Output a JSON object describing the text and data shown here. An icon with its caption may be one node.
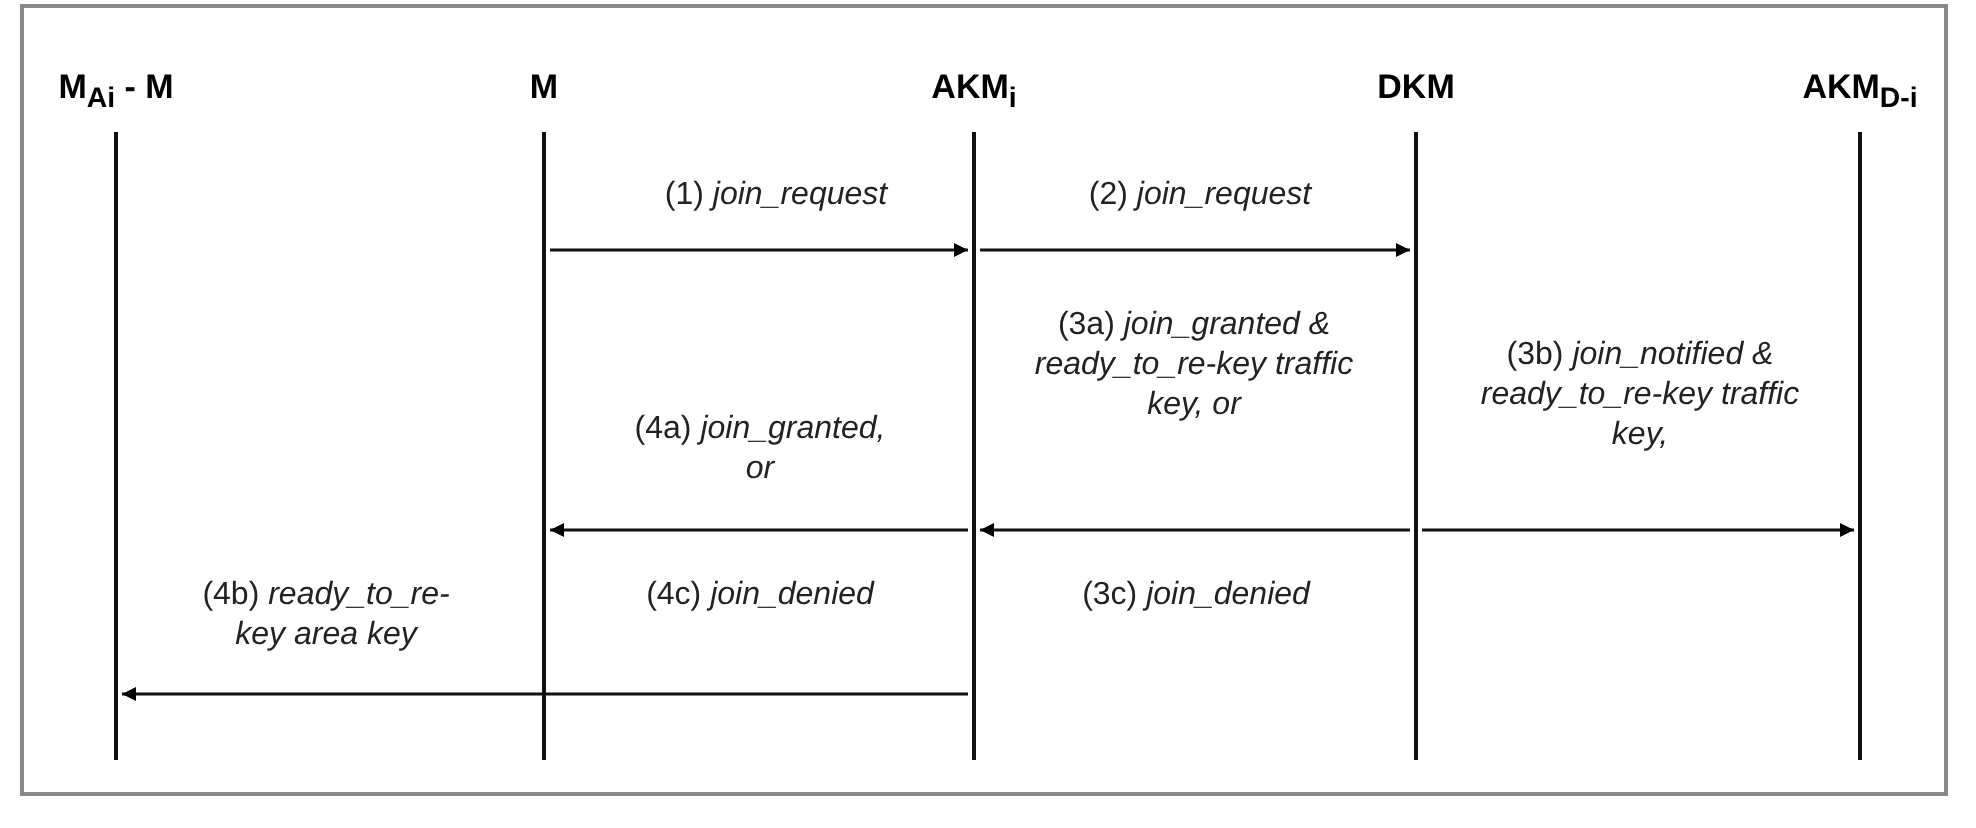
{
  "diagram": {
    "nodes": [
      {
        "text": [
          "M$_{Ai}$ - M"
        ]
      },
      {
        "text": [
          "M"
        ]
      },
      {
        "text": [
          "AKM$_{i}$"
        ]
      },
      {
        "text": [
          "DKM"
        ]
      },
      {
        "text": [
          "AKM$_{D-i}$"
        ]
      }
    ],
    "edges": [
      {
        "from": 1,
        "to": 2,
        "arrow": "to",
        "label": "(1) *join_request*"
      },
      {
        "from": 2,
        "to": 3,
        "arrow": "to",
        "label": "(2) *join_request*"
      },
      {
        "from": 3,
        "to": 2,
        "arrow": "to",
        "label": "(3a) *join_granted & ready_to_re-key traffic key, or*"
      },
      {
        "from": 3,
        "to": 4,
        "arrow": "to",
        "label": "(3b) *join_notified & ready_to_re-key traffic key,*"
      },
      {
        "from": 2,
        "to": 1,
        "arrow": "to",
        "label": "(4a) *join_granted, or*"
      },
      {
        "from": 2,
        "to": 0,
        "arrow": "to",
        "label": "(4b) *ready_to_re-key area key*"
      }
    ],
    "labels": [
      "(4c) *join_denied*",
      "(3c) *join_denied*"
    ]
  }
}
